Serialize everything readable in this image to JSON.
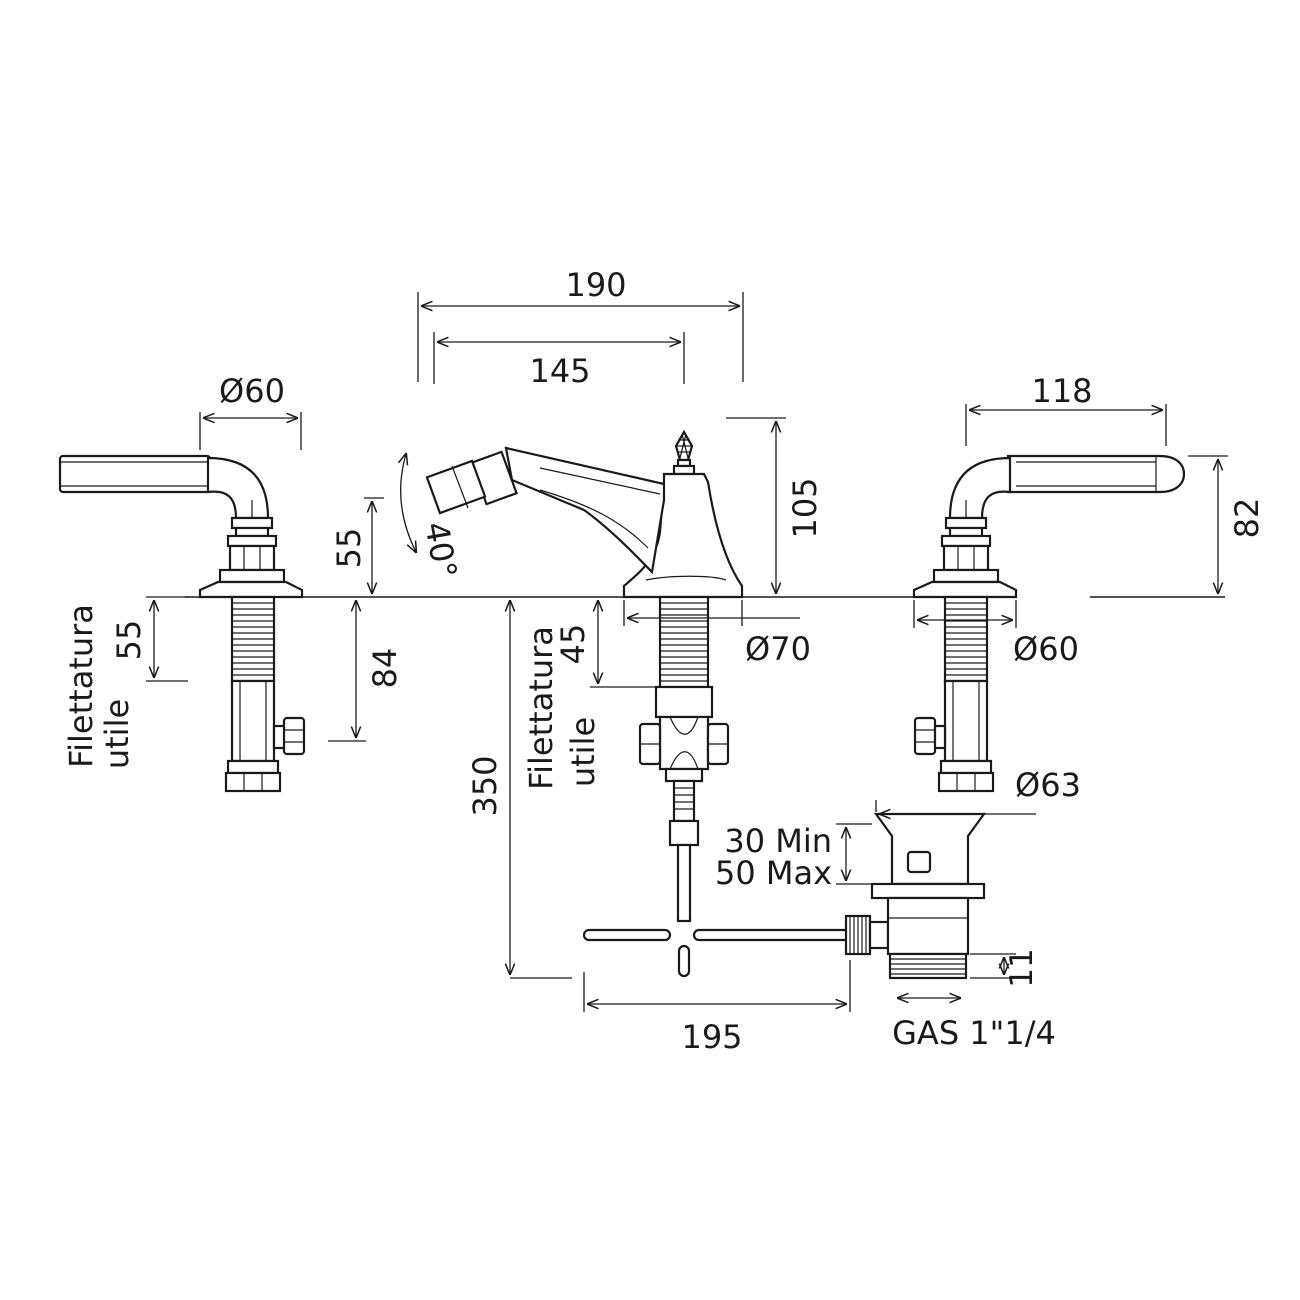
{
  "labels": {
    "overall_width": "190",
    "spout_reach": "145",
    "left_handle_diameter": "Ø60",
    "right_handle_reach": "118",
    "body_height": "105",
    "right_handle_height": "82",
    "spout_height": "55",
    "swivel_angle": "40°",
    "left_thread_length": "55",
    "left_shank_length": "84",
    "thread_label_left_line1": "Filettatura",
    "thread_label_left_line2": "utile",
    "center_thread_length": "45",
    "thread_label_center_line1": "Filettatura",
    "thread_label_center_line2": "utile",
    "body_base_diameter": "Ø70",
    "right_base_diameter": "Ø60",
    "waste_flange_diameter": "Ø63",
    "rod_length": "350",
    "min_deck": "30 Min",
    "max_deck": "50 Max",
    "waste_offset": "195",
    "waste_thread_height": "11",
    "waste_thread": "GAS 1\"1/4"
  }
}
